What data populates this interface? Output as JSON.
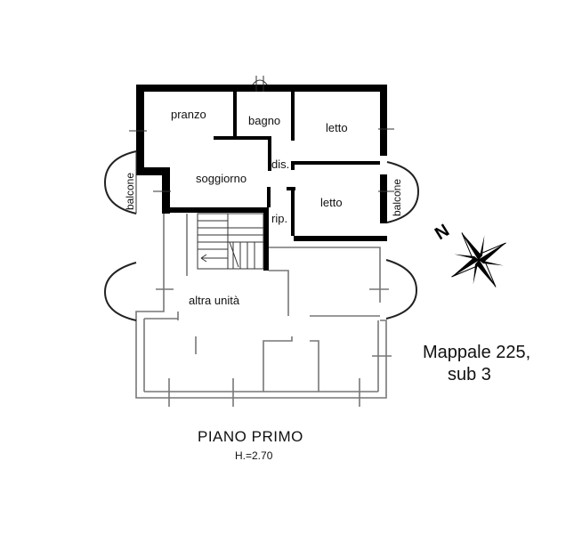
{
  "rooms": {
    "pranzo": "pranzo",
    "bagno": "bagno",
    "letto_1": "letto",
    "dis": "dis.",
    "soggiorno": "soggiorno",
    "letto_2": "letto",
    "rip": "rip.",
    "altra_unita": "altra unità"
  },
  "balconies": {
    "left": "balcone",
    "right": "balcone"
  },
  "compass": {
    "north_label": "N"
  },
  "cadastral": {
    "line1": "Mappale 225,",
    "line2": "sub 3"
  },
  "floor": {
    "name": "PIANO PRIMO",
    "height": "H.=2.70"
  },
  "colors": {
    "walls": "#000000",
    "background": "#ffffff",
    "lines": "#333333"
  }
}
